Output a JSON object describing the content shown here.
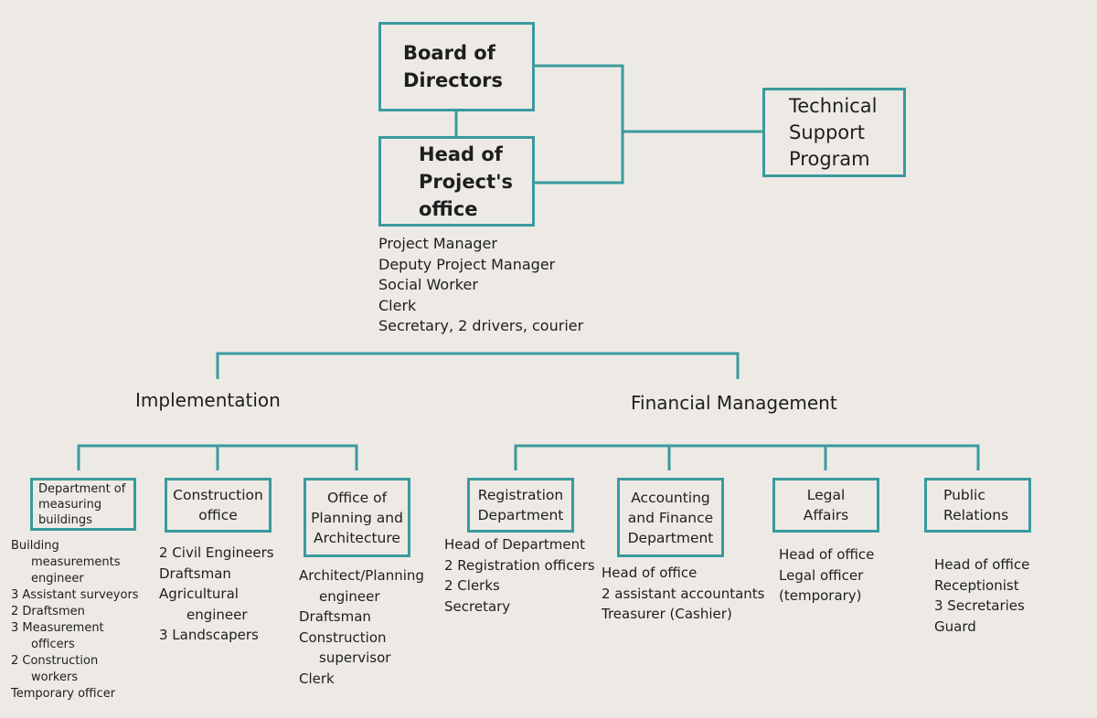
{
  "colors": {
    "background": "#edeae5",
    "box_border": "#3a9a9e",
    "connector": "#3a9a9e",
    "text": "#1e1e1e"
  },
  "top": {
    "board": "Board of Directors",
    "head_office": "Head of Project's office",
    "technical_support": "Technical Support Program",
    "head_office_staff": [
      "Project Manager",
      "Deputy Project Manager",
      "Social Worker",
      "Clerk",
      "Secretary, 2 drivers, courier"
    ]
  },
  "sections": {
    "implementation": "Implementation",
    "financial": "Financial Management"
  },
  "implementation": {
    "measuring": {
      "title": "Department of measuring buildings",
      "staff": [
        "Building",
        "measurements",
        "engineer",
        "3 Assistant surveyors",
        "2 Draftsmen",
        "3 Measurement",
        "officers",
        "2 Construction",
        "workers",
        "Temporary officer"
      ]
    },
    "construction": {
      "title": "Construction office",
      "staff": [
        "2 Civil Engineers",
        "Draftsman",
        "Agricultural",
        "engineer",
        "3 Landscapers"
      ]
    },
    "planning": {
      "title": "Office of Planning and Architecture",
      "staff": [
        "Architect/Planning",
        "engineer",
        "Draftsman",
        "Construction",
        "supervisor",
        "Clerk"
      ]
    }
  },
  "financial": {
    "registration": {
      "title": "Registration Department",
      "staff": [
        "Head of Department",
        "2 Registration officers",
        "2 Clerks",
        "Secretary"
      ]
    },
    "accounting": {
      "title": "Accounting and Finance Department",
      "staff": [
        "Head of office",
        "2 assistant accountants",
        "Treasurer (Cashier)"
      ]
    },
    "legal": {
      "title": "Legal Affairs",
      "staff": [
        "Head of office",
        "Legal officer",
        "(temporary)"
      ]
    },
    "public": {
      "title": "Public Relations",
      "staff": [
        "Head of office",
        "Receptionist",
        "3 Secretaries",
        "Guard"
      ]
    }
  }
}
